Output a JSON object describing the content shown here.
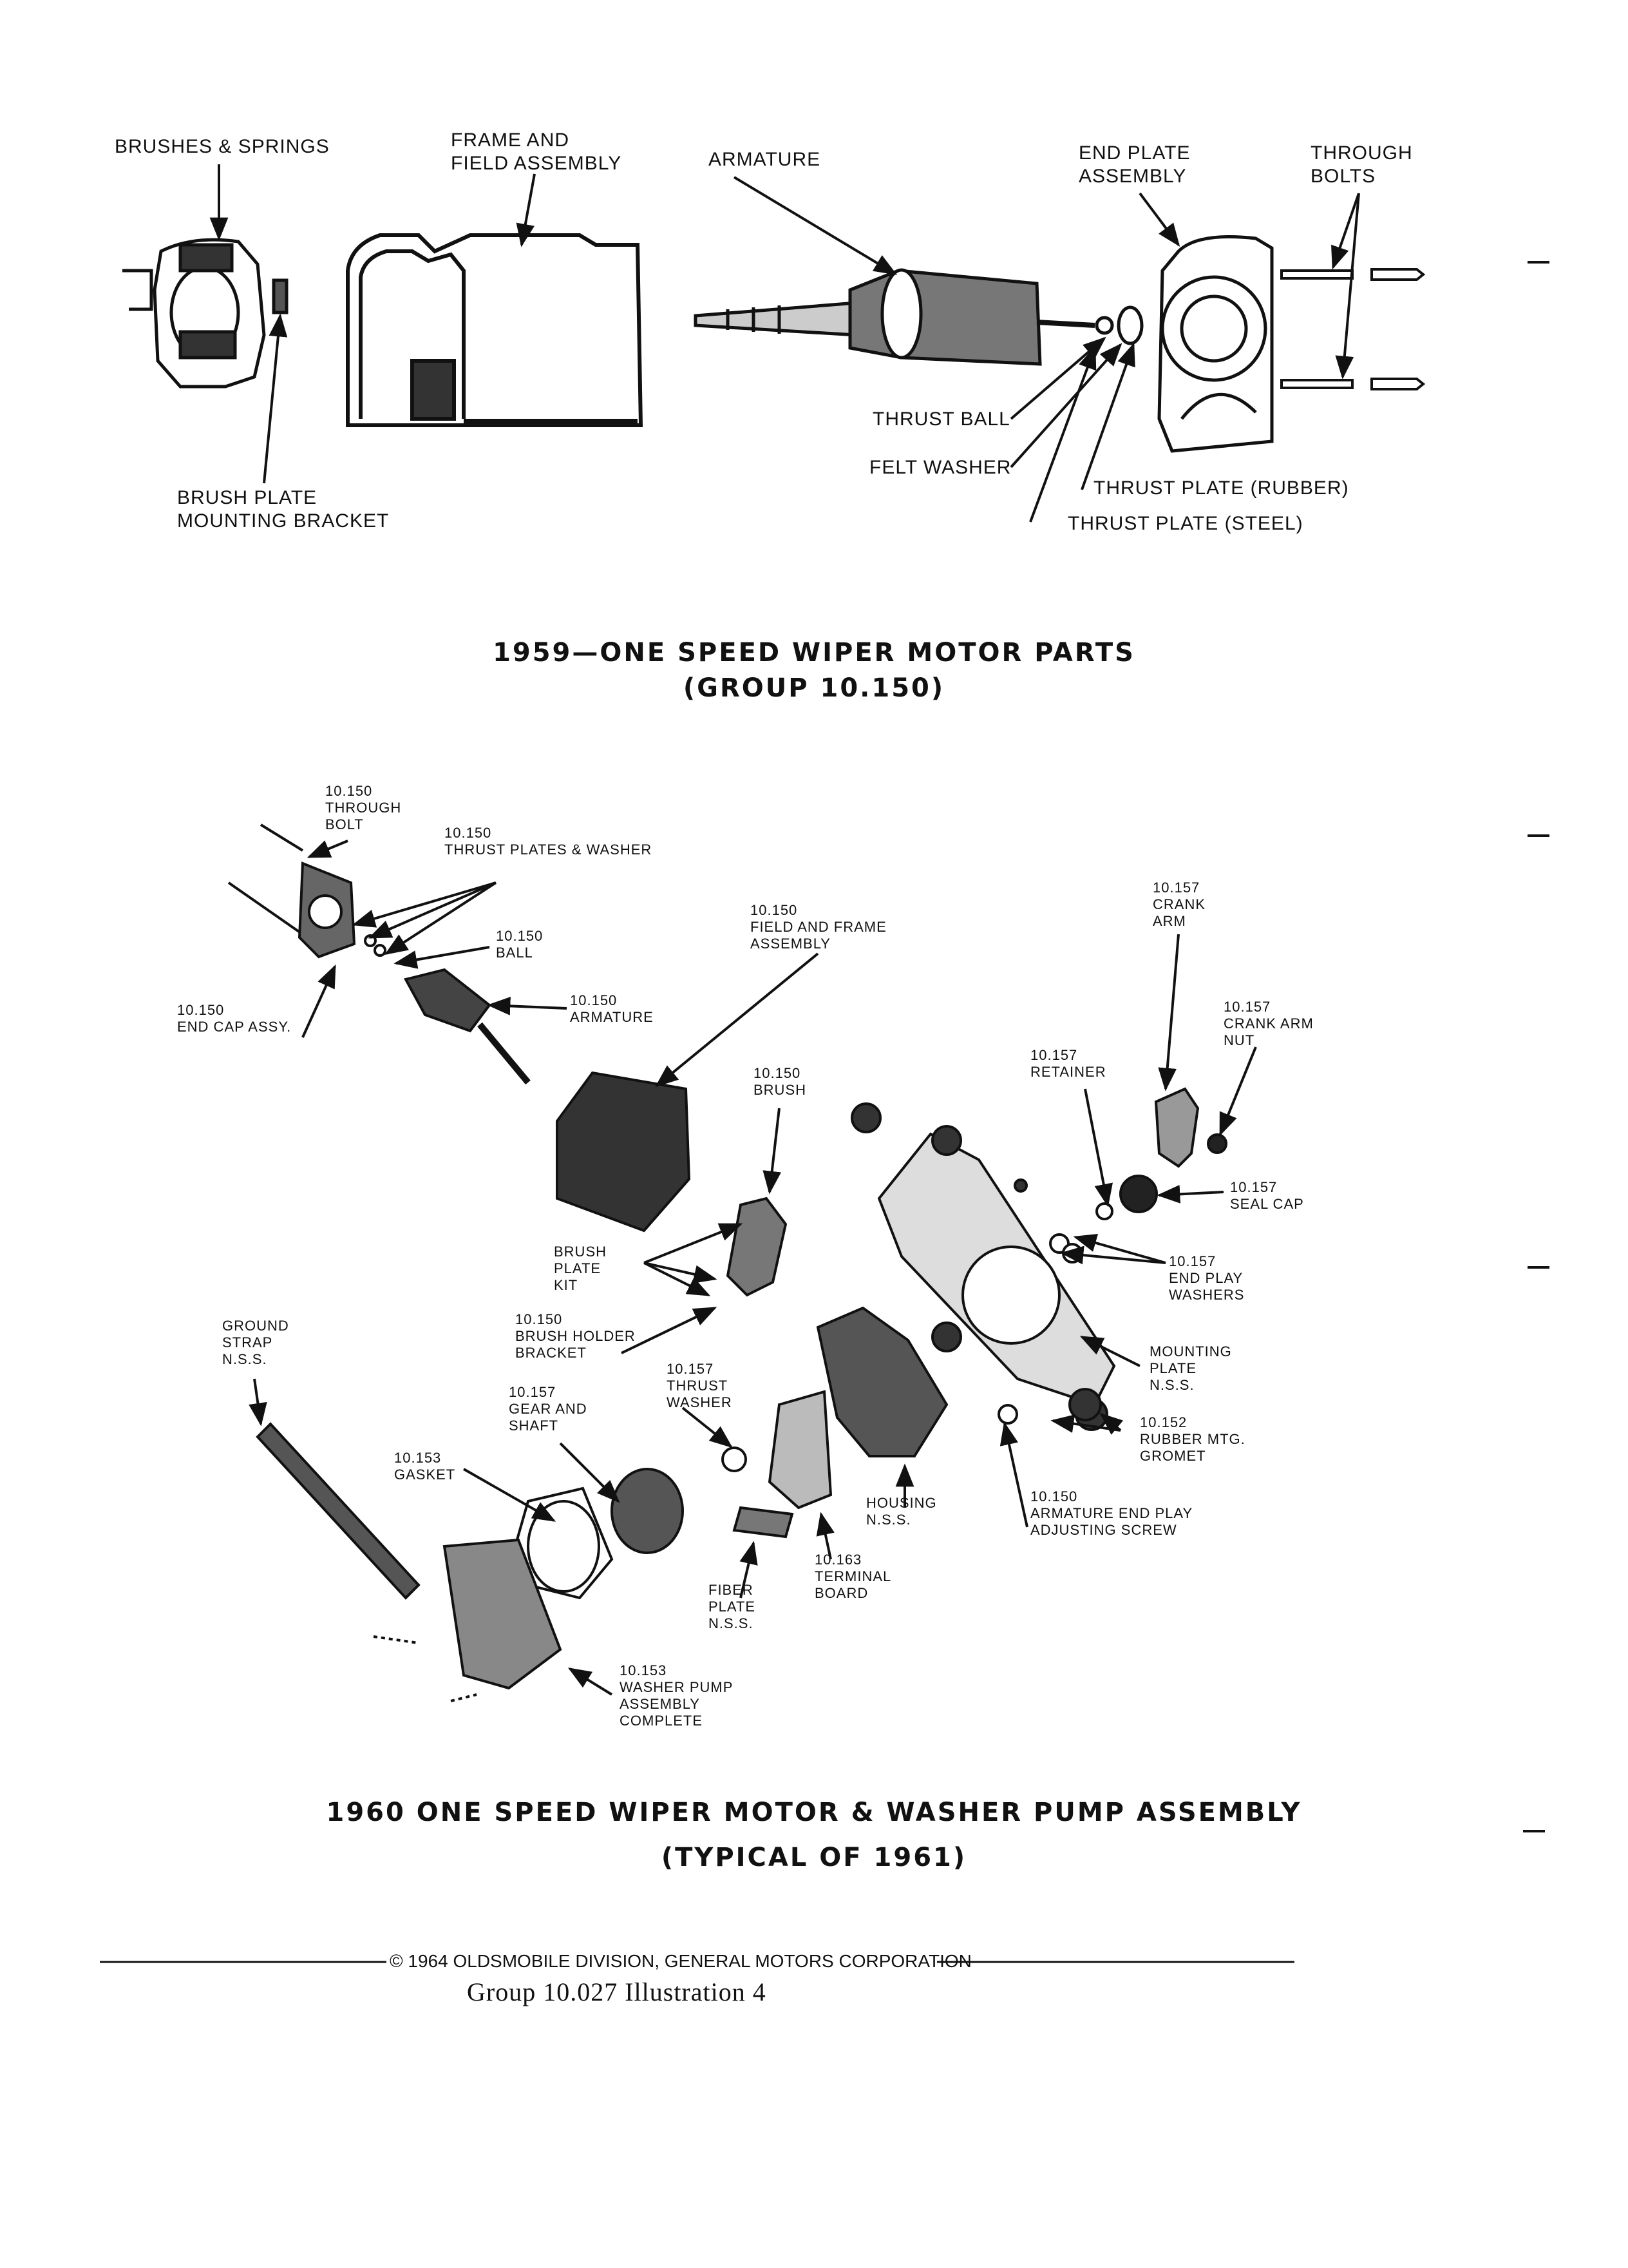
{
  "diagram1": {
    "title": "1959—ONE SPEED WIPER MOTOR PARTS",
    "subtitle": "(GROUP 10.150)",
    "labels": {
      "brushes_springs": "BRUSHES & SPRINGS",
      "frame_field": "FRAME AND\nFIELD ASSEMBLY",
      "armature": "ARMATURE",
      "end_plate": "END PLATE\nASSEMBLY",
      "through_bolts": "THROUGH\nBOLTS",
      "brush_plate_bracket": "BRUSH PLATE\nMOUNTING BRACKET",
      "thrust_ball": "THRUST BALL",
      "felt_washer": "FELT WASHER",
      "thrust_plate_rubber": "THRUST PLATE (RUBBER)",
      "thrust_plate_steel": "THRUST PLATE (STEEL)"
    }
  },
  "diagram2": {
    "title": "1960 ONE SPEED WIPER MOTOR & WASHER PUMP ASSEMBLY",
    "subtitle": "(TYPICAL OF 1961)",
    "labels": {
      "through_bolt": "10.150\nTHROUGH\nBOLT",
      "thrust_plates_washer": "10.150\nTHRUST PLATES & WASHER",
      "ball": "10.150\nBALL",
      "end_cap": "10.150\nEND CAP ASSY.",
      "armature": "10.150\nARMATURE",
      "field_frame": "10.150\nFIELD AND FRAME\nASSEMBLY",
      "crank_arm": "10.157\nCRANK\nARM",
      "crank_arm_nut": "10.157\nCRANK ARM\nNUT",
      "retainer": "10.157\nRETAINER",
      "brush": "10.150\nBRUSH",
      "seal_cap": "10.157\nSEAL CAP",
      "end_play_washers": "10.157\nEND PLAY\nWASHERS",
      "brush_plate_kit": "BRUSH\nPLATE\nKIT",
      "ground_strap": "GROUND\nSTRAP\nN.S.S.",
      "brush_holder_bracket": "10.150\nBRUSH HOLDER\nBRACKET",
      "mounting_plate": "MOUNTING\nPLATE\nN.S.S.",
      "thrust_washer": "10.157\nTHRUST\nWASHER",
      "gear_shaft": "10.157\nGEAR AND\nSHAFT",
      "rubber_mtg_gromet": "10.152\nRUBBER MTG.\nGROMET",
      "gasket": "10.153\nGASKET",
      "housing": "HOUSING\nN.S.S.",
      "adjusting_screw": "10.150\nARMATURE END PLAY\nADJUSTING SCREW",
      "terminal_board": "10.163\nTERMINAL\nBOARD",
      "fiber_plate": "FIBER\nPLATE\nN.S.S.",
      "washer_pump": "10.153\nWASHER PUMP\nASSEMBLY\nCOMPLETE"
    }
  },
  "footer": {
    "copyright": "© 1964 OLDSMOBILE DIVISION, GENERAL MOTORS CORPORATION",
    "group_line": "Group  10.027   Illustration  4"
  }
}
